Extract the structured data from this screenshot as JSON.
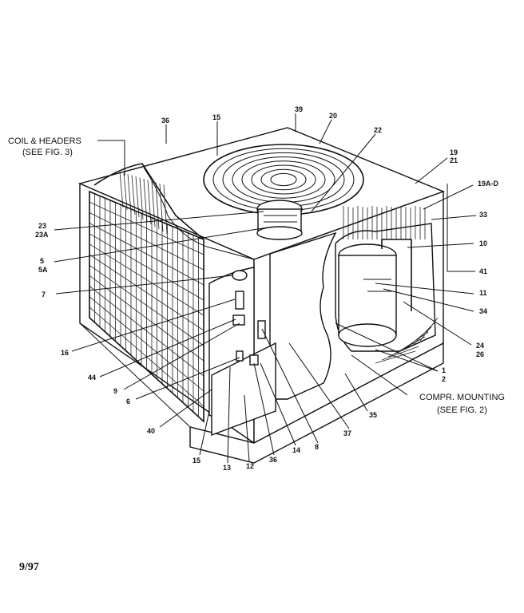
{
  "callouts": {
    "coil_headers_1": "COIL & HEADERS",
    "coil_headers_2": "(SEE FIG. 3)",
    "compr_mounting_1": "COMPR. MOUNTING",
    "compr_mounting_2": "(SEE FIG. 2)"
  },
  "part_numbers": {
    "p36_top": "36",
    "p15_top": "15",
    "p39": "39",
    "p20": "20",
    "p22": "22",
    "p19": "19",
    "p21": "21",
    "p19AD": "19A-D",
    "p33": "33",
    "p23": "23",
    "p23A": "23A",
    "p5": "5",
    "p5A": "5A",
    "p10": "10",
    "p41": "41",
    "p7": "7",
    "p11": "11",
    "p34": "34",
    "p16": "16",
    "p24": "24",
    "p26": "26",
    "p44": "44",
    "p1": "1",
    "p2": "2",
    "p9": "9",
    "p6": "6",
    "p35": "35",
    "p40": "40",
    "p37": "37",
    "p15_bot": "15",
    "p13": "13",
    "p12": "12",
    "p36_bot": "36",
    "p14": "14",
    "p8": "8"
  },
  "footer": {
    "date": "9/97"
  }
}
